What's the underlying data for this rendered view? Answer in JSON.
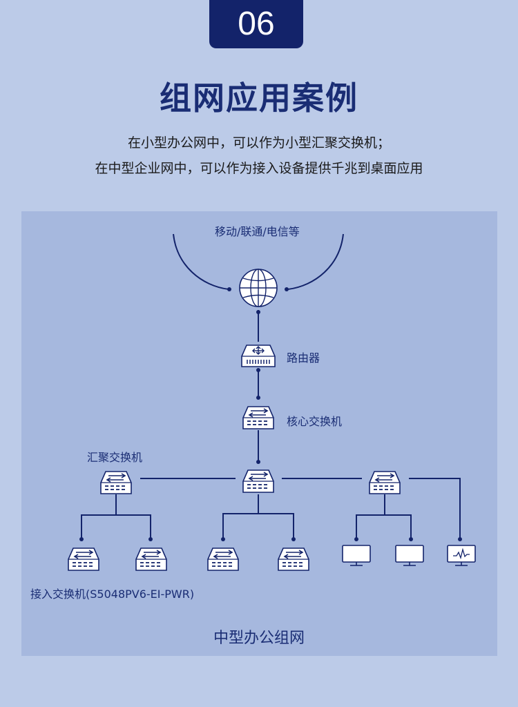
{
  "section_number": "06",
  "title": "组网应用案例",
  "subtitle_lines": [
    "在小型办公网中，可以作为小型汇聚交换机；",
    "在中型企业网中，可以作为接入设备提供千兆到桌面应用"
  ],
  "diagram": {
    "isp_label": "移动/联通/电信等",
    "router_label": "路由器",
    "core_switch_label": "核心交换机",
    "aggregation_switch_label": "汇聚交换机",
    "access_switch_label": "接入交换机(S5048PV6-EI-PWR)",
    "caption": "中型办公组网"
  },
  "colors": {
    "accent": "#13236a",
    "line": "#13236a",
    "background": "#bccbe8",
    "panel": "#a6b8de",
    "device_fill": "#ffffff"
  }
}
